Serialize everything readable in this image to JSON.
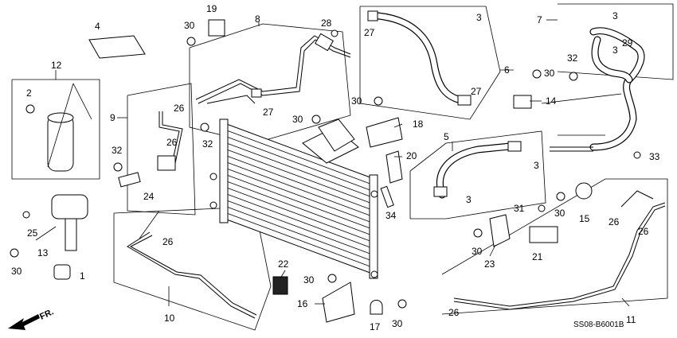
{
  "diagram": {
    "callouts": [
      "1",
      "2",
      "3",
      "4",
      "5",
      "6",
      "7",
      "8",
      "9",
      "10",
      "11",
      "12",
      "13",
      "14",
      "15",
      "16",
      "17",
      "18",
      "19",
      "20",
      "21",
      "22",
      "23",
      "24",
      "25",
      "26",
      "27",
      "28",
      "29",
      "30",
      "31",
      "32",
      "33",
      "34"
    ],
    "diagram_code": "SS08-B6001B",
    "direction_label": "FR."
  }
}
